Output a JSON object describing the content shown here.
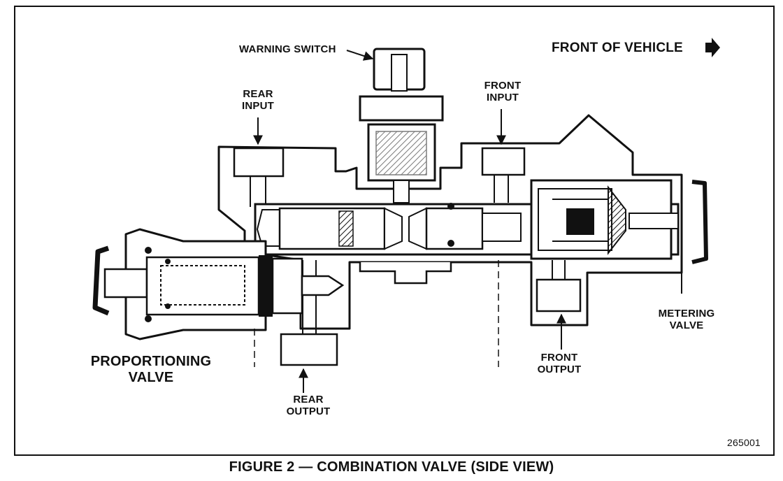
{
  "figure": {
    "caption": "FIGURE 2 — COMBINATION VALVE (SIDE VIEW)",
    "code": "265001"
  },
  "labels": {
    "warning_switch": "WARNING SWITCH",
    "front_of_vehicle": "FRONT OF VEHICLE",
    "rear_input": "REAR\nINPUT",
    "front_input": "FRONT\nINPUT",
    "metering_valve": "METERING\nVALVE",
    "front_output": "FRONT\nOUTPUT",
    "rear_output": "REAR\nOUTPUT",
    "proportioning_valve": "PROPORTIONING\nVALVE"
  },
  "icons": {
    "direction_arrow": "right-arrow-icon"
  }
}
